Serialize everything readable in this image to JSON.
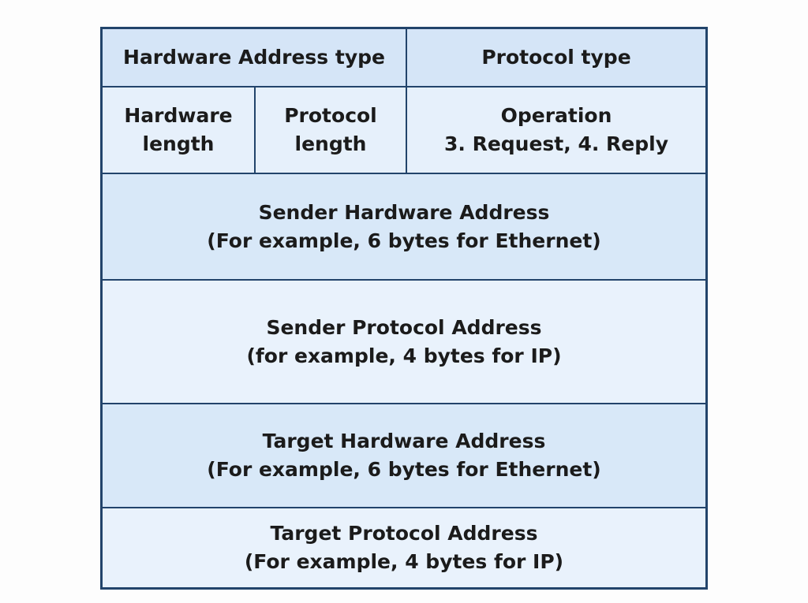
{
  "rows": [
    {
      "cells": [
        {
          "lines": [
            "Hardware Address type"
          ]
        },
        {
          "lines": [
            "Protocol type"
          ]
        }
      ]
    },
    {
      "cells": [
        {
          "lines": [
            "Hardware",
            "length"
          ]
        },
        {
          "lines": [
            "Protocol",
            "length"
          ]
        },
        {
          "lines": [
            "Operation",
            "3. Request, 4. Reply"
          ]
        }
      ]
    },
    {
      "cells": [
        {
          "lines": [
            "Sender Hardware Address",
            "(For example, 6 bytes for Ethernet)"
          ]
        }
      ]
    },
    {
      "cells": [
        {
          "lines": [
            "Sender Protocol Address",
            "(for example, 4 bytes for IP)"
          ]
        }
      ]
    },
    {
      "cells": [
        {
          "lines": [
            "Target Hardware Address",
            "(For example, 6 bytes for Ethernet)"
          ]
        }
      ]
    },
    {
      "cells": [
        {
          "lines": [
            "Target Protocol Address",
            "(For example, 4 bytes for IP)"
          ]
        }
      ]
    }
  ]
}
